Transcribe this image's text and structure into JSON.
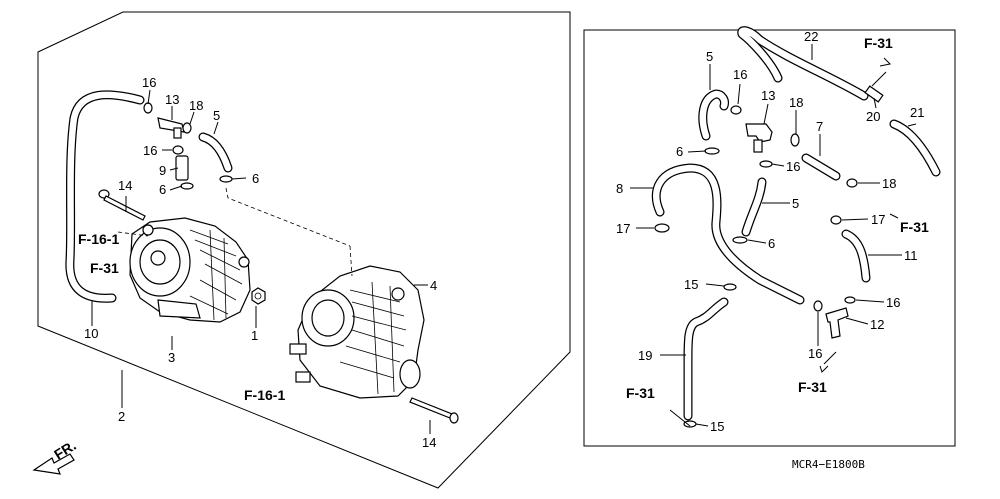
{
  "diagram": {
    "drawing_code": "MCR4−E1800B",
    "direction_mark": "FR.",
    "ref_labels": {
      "f16_1_top": "F-16-1",
      "f31_left": "F-31",
      "f16_1_bottom": "F-16-1",
      "f31_top_right": "F-31",
      "f31_mid_right": "F-31",
      "f31_bottom_right": "F-31",
      "f31_bottom_center": "F-31"
    },
    "callouts": [
      {
        "id": "c16a",
        "text": "16"
      },
      {
        "id": "c13a",
        "text": "13"
      },
      {
        "id": "c18a",
        "text": "18"
      },
      {
        "id": "c5a",
        "text": "5"
      },
      {
        "id": "c16b",
        "text": "16"
      },
      {
        "id": "c9",
        "text": "9"
      },
      {
        "id": "c6a",
        "text": "6"
      },
      {
        "id": "c6b",
        "text": "6"
      },
      {
        "id": "c14a",
        "text": "14"
      },
      {
        "id": "c10",
        "text": "10"
      },
      {
        "id": "c3",
        "text": "3"
      },
      {
        "id": "c1",
        "text": "1"
      },
      {
        "id": "c2",
        "text": "2"
      },
      {
        "id": "c4",
        "text": "4"
      },
      {
        "id": "c14b",
        "text": "14"
      },
      {
        "id": "c5b",
        "text": "5"
      },
      {
        "id": "c16c",
        "text": "16"
      },
      {
        "id": "c13b",
        "text": "13"
      },
      {
        "id": "c18b",
        "text": "18"
      },
      {
        "id": "c7",
        "text": "7"
      },
      {
        "id": "c22",
        "text": "22"
      },
      {
        "id": "c20",
        "text": "20"
      },
      {
        "id": "c21",
        "text": "21"
      },
      {
        "id": "c6c",
        "text": "6"
      },
      {
        "id": "c16d",
        "text": "16"
      },
      {
        "id": "c18c",
        "text": "18"
      },
      {
        "id": "c8",
        "text": "8"
      },
      {
        "id": "c5c",
        "text": "5"
      },
      {
        "id": "c17a",
        "text": "17"
      },
      {
        "id": "c17b",
        "text": "17"
      },
      {
        "id": "c6d",
        "text": "6"
      },
      {
        "id": "c11",
        "text": "11"
      },
      {
        "id": "c15a",
        "text": "15"
      },
      {
        "id": "c16e",
        "text": "16"
      },
      {
        "id": "c12",
        "text": "12"
      },
      {
        "id": "c16f",
        "text": "16"
      },
      {
        "id": "c19",
        "text": "19"
      },
      {
        "id": "c15b",
        "text": "15"
      }
    ]
  }
}
